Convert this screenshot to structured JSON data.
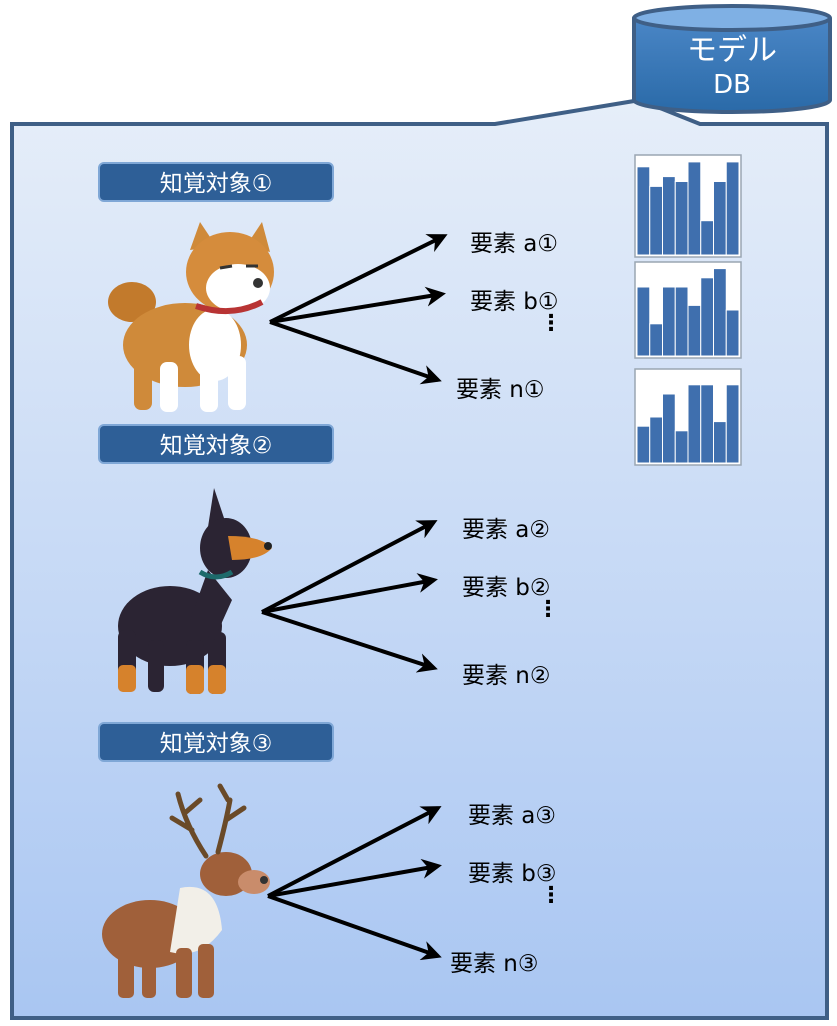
{
  "db": {
    "line1": "モデル",
    "line2": "DB"
  },
  "objects": [
    {
      "label": "知覚対象①",
      "animal": "shiba-inu-dog",
      "elements": [
        "要素 a①",
        "要素 b①",
        "要素 n①"
      ],
      "ellipsis": "⋮"
    },
    {
      "label": "知覚対象②",
      "animal": "doberman-dog",
      "elements": [
        "要素 a②",
        "要素 b②",
        "要素 n②"
      ],
      "ellipsis": "⋮"
    },
    {
      "label": "知覚対象③",
      "animal": "reindeer",
      "elements": [
        "要素 a③",
        "要素 b③",
        "要素 n③"
      ],
      "ellipsis": "⋮"
    }
  ],
  "histograms": [
    {
      "bars": [
        0.9,
        0.7,
        0.8,
        0.75,
        0.95,
        0.35,
        0.75,
        0.95
      ]
    },
    {
      "bars": [
        0.75,
        0.35,
        0.75,
        0.75,
        0.55,
        0.85,
        0.95,
        0.5
      ]
    },
    {
      "bars": [
        0.4,
        0.5,
        0.75,
        0.35,
        0.85,
        0.85,
        0.45,
        0.85
      ]
    }
  ],
  "colors": {
    "panel_top": "#e6eef9",
    "panel_bottom": "#a9c6f2",
    "border": "#3f5f86",
    "label_fill": "#2e5f97",
    "db_fill": "#2f6fae",
    "bar_fill": "#3f6fae"
  }
}
